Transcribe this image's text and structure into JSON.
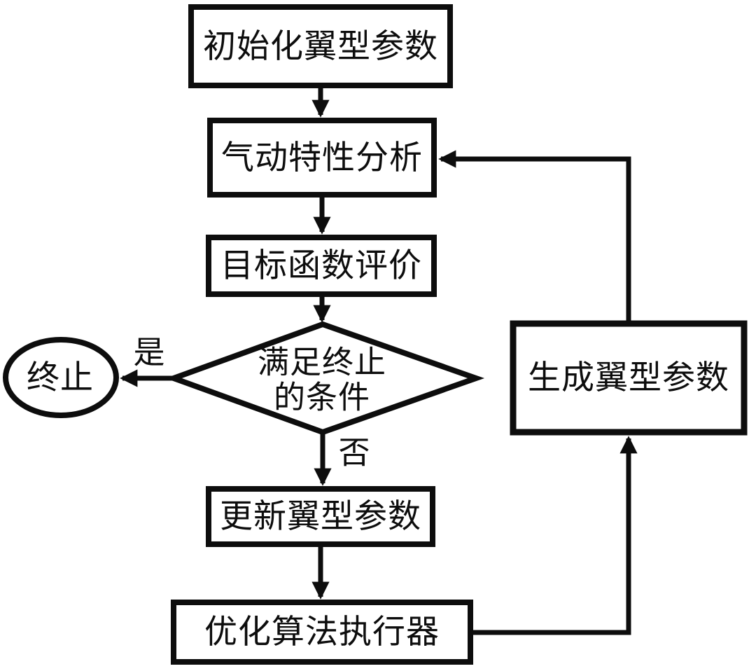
{
  "flowchart": {
    "nodes": {
      "init": {
        "type": "process",
        "label": "初始化翼型参数"
      },
      "aero": {
        "type": "process",
        "label": "气动特性分析"
      },
      "objective": {
        "type": "process",
        "label": "目标函数评价"
      },
      "decision": {
        "type": "decision",
        "line1": "满足终止",
        "line2": "的条件"
      },
      "terminate": {
        "type": "terminator",
        "label": "终止"
      },
      "update": {
        "type": "process",
        "label": "更新翼型参数"
      },
      "optimizer": {
        "type": "process",
        "label": "优化算法执行器"
      },
      "generate": {
        "type": "process",
        "label": "生成翼型参数"
      }
    },
    "edge_labels": {
      "yes": "是",
      "no": "否"
    },
    "edges": [
      {
        "from": "init",
        "to": "aero",
        "label": ""
      },
      {
        "from": "aero",
        "to": "objective",
        "label": ""
      },
      {
        "from": "objective",
        "to": "decision",
        "label": ""
      },
      {
        "from": "decision",
        "to": "terminate",
        "label": "是"
      },
      {
        "from": "decision",
        "to": "update",
        "label": "否"
      },
      {
        "from": "update",
        "to": "optimizer",
        "label": ""
      },
      {
        "from": "optimizer",
        "to": "generate",
        "label": ""
      },
      {
        "from": "generate",
        "to": "aero",
        "label": ""
      }
    ],
    "colors": {
      "stroke": "#0d0d0d",
      "background": "#ffffff"
    }
  }
}
